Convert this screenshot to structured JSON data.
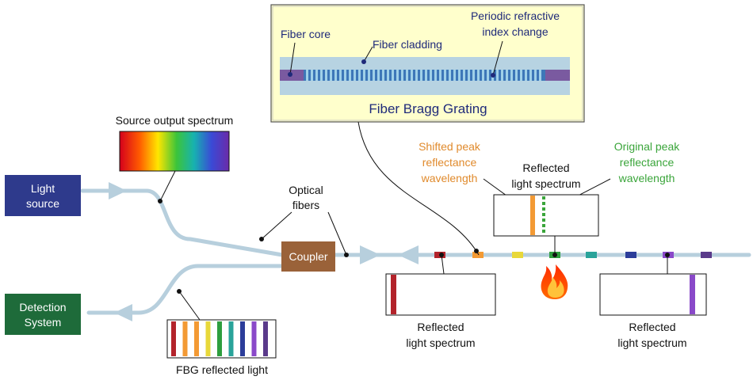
{
  "fbg_panel": {
    "title": "Fiber Bragg Grating",
    "label_core": "Fiber core",
    "label_cladding": "Fiber cladding",
    "label_periodic_1": "Periodic refractive",
    "label_periodic_2": "index change"
  },
  "source_spectrum_label": "Source output spectrum",
  "light_source": {
    "line1": "Light",
    "line2": "source"
  },
  "detection_system": {
    "line1": "Detection",
    "line2": "System"
  },
  "optical_fibers": {
    "line1": "Optical",
    "line2": "fibers"
  },
  "coupler_label": "Coupler",
  "shifted_peak": {
    "line1": "Shifted peak",
    "line2": "reflectance",
    "line3": "wavelength"
  },
  "original_peak": {
    "line1": "Original peak",
    "line2": "reflectance",
    "line3": "wavelength"
  },
  "reflected_center": {
    "line1": "Reflected",
    "line2": "light spectrum"
  },
  "reflected_left": {
    "line1": "Reflected",
    "line2": "light spectrum"
  },
  "reflected_right": {
    "line1": "Reflected",
    "line2": "light spectrum"
  },
  "fbg_reflected_label": "FBG reflected light",
  "colors": {
    "fiber": "#b7cfdd",
    "light_source_box": "#2e3a8c",
    "detection_box": "#1e6b3a",
    "coupler_box": "#9a6239",
    "fbg_panel_bg": "#ffffcc",
    "shifted_text": "#e08a2c",
    "original_text": "#3aa53a",
    "label_blue": "#1f2a7a"
  },
  "grating_colors": [
    "#b3232b",
    "#f39a34",
    "#e8d83a",
    "#2e9e3e",
    "#2aa39a",
    "#2c3d9a",
    "#8a49c9",
    "#5a3a8a"
  ],
  "fbg_reflected_bar_colors": [
    "#b3232b",
    "#f39a34",
    "#f39a34",
    "#e8d83a",
    "#2e9e3e",
    "#2aa39a",
    "#2c3d9a",
    "#8a49c9",
    "#5a3a8a"
  ]
}
